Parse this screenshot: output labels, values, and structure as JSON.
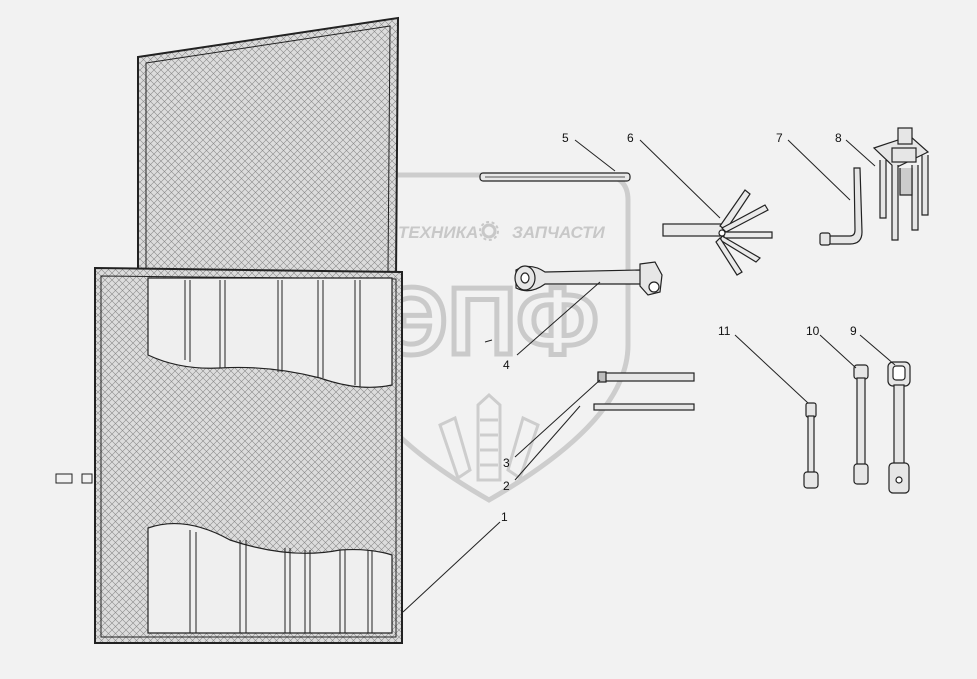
{
  "watermark": {
    "brand_left": "ТЕХНИКА",
    "brand_right": "ЗАПЧАСТИ",
    "logo": "ЭПФ",
    "gear_icon": "gear-icon",
    "color": "#c8c8c8"
  },
  "callouts": [
    {
      "id": "1",
      "label": "1"
    },
    {
      "id": "2",
      "label": "2"
    },
    {
      "id": "3",
      "label": "3"
    },
    {
      "id": "4",
      "label": "4"
    },
    {
      "id": "5",
      "label": "5"
    },
    {
      "id": "6",
      "label": "6"
    },
    {
      "id": "7",
      "label": "7"
    },
    {
      "id": "8",
      "label": "8"
    },
    {
      "id": "9",
      "label": "9"
    },
    {
      "id": "10",
      "label": "10"
    },
    {
      "id": "11",
      "label": "11"
    }
  ],
  "colors": {
    "background": "#f2f2f2",
    "line": "#222222",
    "mesh_fill": "#d6d6d6",
    "pocket_fill": "#ececec"
  }
}
